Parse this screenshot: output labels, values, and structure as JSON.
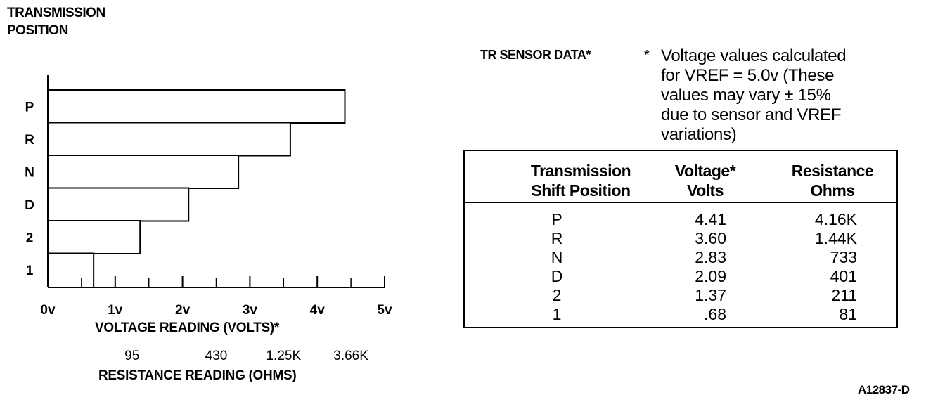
{
  "chart_data": {
    "type": "bar",
    "orientation": "horizontal",
    "y_axis_title_lines": [
      "TRANSMISSION",
      "POSITION"
    ],
    "categories": [
      "P",
      "R",
      "N",
      "D",
      "2",
      "1"
    ],
    "values": [
      4.41,
      3.6,
      2.83,
      2.09,
      1.37,
      0.68
    ],
    "xlim": [
      0,
      5
    ],
    "x_ticks": [
      {
        "value": 0,
        "label": "0v"
      },
      {
        "value": 1,
        "label": "1v"
      },
      {
        "value": 2,
        "label": "2v"
      },
      {
        "value": 3,
        "label": "3v"
      },
      {
        "value": 4,
        "label": "4v"
      },
      {
        "value": 5,
        "label": "5v"
      }
    ],
    "minor_tick_step": 0.5,
    "xlabel": "VOLTAGE READING (VOLTS)*",
    "secondary_axis": {
      "label": "RESISTANCE READING (OHMS)",
      "ticks": [
        {
          "value": 1.25,
          "label": "95"
        },
        {
          "value": 2.5,
          "label": "430"
        },
        {
          "value": 3.5,
          "label": "1.25K"
        },
        {
          "value": 4.5,
          "label": "3.66K"
        }
      ]
    },
    "grid": false,
    "bar_fill": "#ffffff",
    "bar_stroke": "#000000"
  },
  "sensor": {
    "title": "TR SENSOR DATA*",
    "note_star": "*",
    "note_lines": [
      "Voltage values calculated",
      "for VREF = 5.0v (These",
      "values may vary ± 15%",
      "due to sensor and VREF",
      "variations)"
    ]
  },
  "table": {
    "headers": [
      [
        "Transmission",
        "Shift Position"
      ],
      [
        "Voltage*",
        "Volts"
      ],
      [
        "Resistance",
        "Ohms"
      ]
    ],
    "rows": [
      [
        "P",
        "4.41",
        "4.16K"
      ],
      [
        "R",
        "3.60",
        "1.44K"
      ],
      [
        "N",
        "2.83",
        "733"
      ],
      [
        "D",
        "2.09",
        "401"
      ],
      [
        "2",
        "1.37",
        "211"
      ],
      [
        "1",
        ".68",
        "81"
      ]
    ]
  },
  "figure_id": "A12837-D"
}
